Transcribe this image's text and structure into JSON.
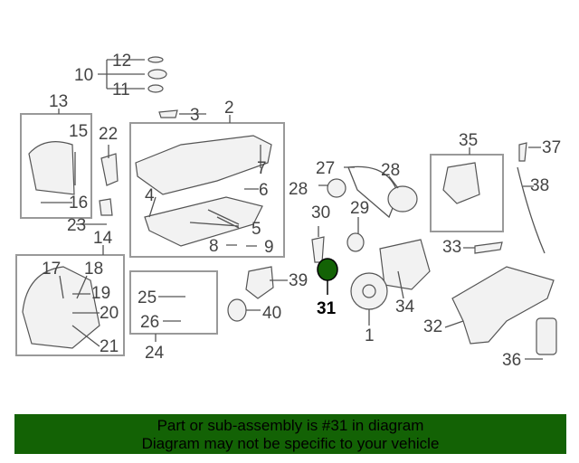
{
  "diagram": {
    "highlight_color": "#136205",
    "highlighted_part": "31",
    "labels": {
      "p1": "1",
      "p2": "2",
      "p3": "3",
      "p4": "4",
      "p5": "5",
      "p6": "6",
      "p7": "7",
      "p8": "8",
      "p9": "9",
      "p10": "10",
      "p11": "11",
      "p12": "12",
      "p13": "13",
      "p14": "14",
      "p15": "15",
      "p16": "16",
      "p17": "17",
      "p18": "18",
      "p19": "19",
      "p20": "20",
      "p21": "21",
      "p22": "22",
      "p23": "23",
      "p24": "24",
      "p25": "25",
      "p26": "26",
      "p27": "27",
      "p28a": "28",
      "p28b": "28",
      "p29": "29",
      "p30": "30",
      "p31": "31",
      "p32": "32",
      "p33": "33",
      "p34": "34",
      "p35": "35",
      "p36": "36",
      "p37": "37",
      "p38": "38",
      "p39": "39",
      "p40": "40"
    }
  },
  "banner": {
    "line1": "Part or sub-assembly is #31 in diagram",
    "line2": "Diagram may not be specific to your vehicle"
  }
}
